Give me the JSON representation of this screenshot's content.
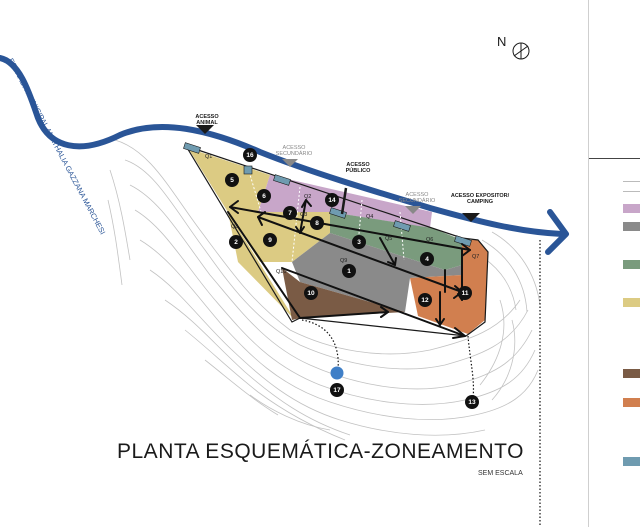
{
  "title": "PLANTA ESQUEMÁTICA-ZONEAMENTO",
  "subtitle": "SEM ESCALA",
  "north_label": "N",
  "road_label": "ESTRADA MUNICIPAL ANATHALIA GAZZANA MARCHESI",
  "access_labels": {
    "animal": [
      "ACESSO",
      "ANIMAL"
    ],
    "secundario_1": [
      "ACESSO",
      "SECUNDÁRIO"
    ],
    "publico": [
      "ACESSO",
      "PÚBLICO"
    ],
    "secundario_2": [
      "ACESSO",
      "SECUNDÁRIO"
    ],
    "expositor": [
      "ACESSO EXPOSITOR/",
      "CAMPING"
    ]
  },
  "zone_numbers": [
    "1",
    "2",
    "3",
    "4",
    "5",
    "6",
    "7",
    "8",
    "9",
    "10",
    "11",
    "12",
    "13",
    "14",
    "16",
    "17"
  ],
  "q_labels": [
    "Q1",
    "Q2",
    "Q3",
    "Q4",
    "Q5",
    "Q6",
    "Q7",
    "Q8",
    "Q9",
    "Q10"
  ],
  "colors": {
    "road": "#2a5597",
    "yellow": "#dccb83",
    "purple": "#c8a6c9",
    "green": "#7a9b7d",
    "gray": "#8a8a8a",
    "brown": "#7a5b45",
    "orange": "#d17f4f",
    "teal": "#6f9bb0",
    "pond": "#3f7fc7"
  }
}
